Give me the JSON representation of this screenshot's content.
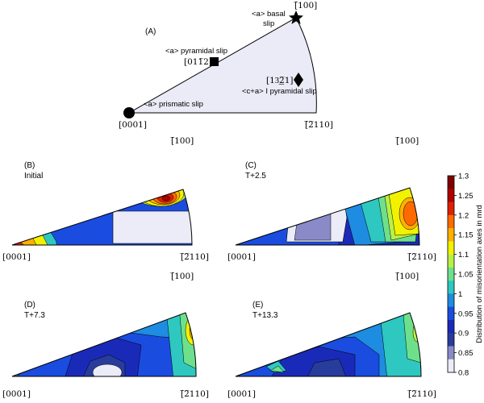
{
  "panel_a": {
    "label": "(A)",
    "corner_left": "[0001]",
    "corner_right": "[̅2̅110]",
    "corner_top": "[̅100]",
    "basal_1": "<a> basal",
    "basal_2": "slip",
    "pyramidal": "<a> pyramidal slip",
    "pyramidal_dir": "[011̅2]",
    "cpa_dir": "[13͟2̅1]",
    "cpa": "<c+a> I pyramidal slip",
    "prismatic": "<a> prismatic slip",
    "fill_color": "#ebebf7"
  },
  "panels": [
    {
      "id": "B",
      "title_1": "(B)",
      "title_2": "Initial",
      "left": "[0001]",
      "right": "[̅2̅110]",
      "top": "[̅100]"
    },
    {
      "id": "C",
      "title_1": "(C)",
      "title_2": "T+2.5",
      "left": "[0001]",
      "right": "[̅2̅110]",
      "top": "[̅100]"
    },
    {
      "id": "D",
      "title_1": "(D)",
      "title_2": "T+7.3",
      "left": "[0001]",
      "right": "[̅2̅110]",
      "top": "[̅100]"
    },
    {
      "id": "E",
      "title_1": "(E)",
      "title_2": "T+13.3",
      "left": "[0001]",
      "right": "[̅2̅110]",
      "top": "[̅100]"
    }
  ],
  "colorbar": {
    "label": "Distribution of misorientation axes in mrd",
    "ticks": [
      "1.3",
      "1.25",
      "1.2",
      "1.15",
      "1.1",
      "1.05",
      "1",
      "0.95",
      "0.9",
      "0.85",
      "0.8"
    ],
    "colors": [
      "#7f0000",
      "#b00000",
      "#e02000",
      "#ff6a00",
      "#ffb000",
      "#f2f200",
      "#b8f046",
      "#6ee08c",
      "#2ec8c0",
      "#1e8ce0",
      "#1a4ce0",
      "#1a2ab8",
      "#283c9c",
      "#8a8ac8",
      "#ececf8"
    ]
  }
}
